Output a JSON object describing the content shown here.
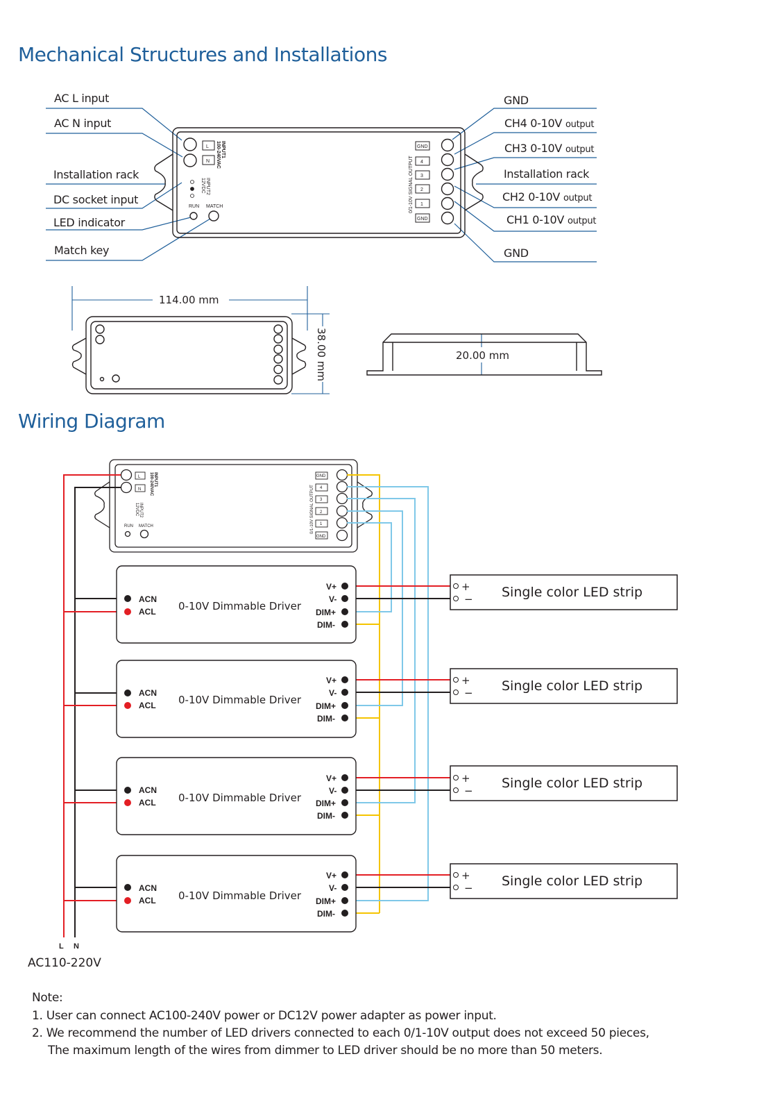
{
  "sections": {
    "mechanical_title": "Mechanical Structures and Installations",
    "wiring_title": "Wiring Diagram"
  },
  "callouts_left": [
    "AC L input",
    "AC N input",
    "Installation rack",
    "DC socket input",
    "LED indicator",
    "Match key"
  ],
  "callouts_right": {
    "gnd_top": "GND",
    "ch4": "CH4 0-10V",
    "ch3": "CH3 0-10V",
    "rack": "Installation rack",
    "ch2": "CH2 0-10V",
    "ch1": "CH1 0-10V",
    "output_word": "output",
    "gnd_bottom": "GND"
  },
  "device": {
    "input1": "INPUT1",
    "input1_voltage": "100-240VAC",
    "input2": "INPUT2",
    "input2_voltage": "12VDC",
    "run": "RUN",
    "match": "MATCH",
    "signal_output": "0/1-10V SIGNAL OUTPUT",
    "terminal_l": "L",
    "terminal_n": "N",
    "gnd": "GND",
    "ch_labels": [
      "4",
      "3",
      "2",
      "1"
    ]
  },
  "dimensions": {
    "length": "114.00 mm",
    "width": "38.00 mm",
    "height": "20.00 mm"
  },
  "wiring": {
    "driver_label": "0-10V Dimmable Driver",
    "acn": "ACN",
    "acl": "ACL",
    "v_plus": "V+",
    "v_minus": "V-",
    "dim_plus": "DIM+",
    "dim_minus": "DIM-",
    "strip_label": "Single color LED strip",
    "plus": "+",
    "minus": "−",
    "mains_l": "L",
    "mains_n": "N",
    "mains_voltage": "AC110-220V",
    "wire_colors": {
      "live": "#e31e24",
      "neutral": "#231f20",
      "signal": "#7fc8e8",
      "ground": "#f5c400"
    }
  },
  "notes": {
    "heading": "Note:",
    "items": [
      "1. User can connect AC100-240V power or DC12V power adapter as power input.",
      "2. We recommend the number of LED drivers connected to each 0/1-10V output does not exceed 50 pieces,",
      "The maximum length of the wires from dimmer to LED driver should be no more than 50 meters."
    ]
  }
}
